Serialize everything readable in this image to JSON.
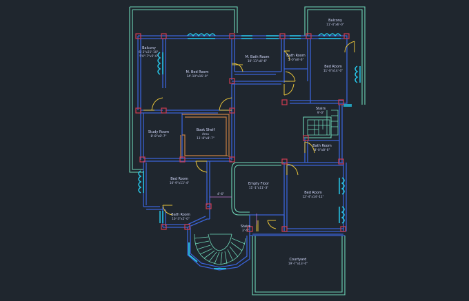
{
  "rooms": [
    {
      "id": "balcony-top",
      "name": "Balcony",
      "dim": "11'-4\"x6'-0\""
    },
    {
      "id": "balcony-left",
      "name": "Balcony",
      "dim": "6'-3\"x21'-10\",",
      "dim2": "5'0\"-7\"x5'-0\""
    },
    {
      "id": "m-bed",
      "name": "M. Bed Room",
      "dim": "14'-10\"x16'-0\""
    },
    {
      "id": "m-bath",
      "name": "M. Bath Room",
      "dim": "10'-11\"x8'-6\""
    },
    {
      "id": "bath-top",
      "name": "Bath Room",
      "dim": "5'-0\"x8'-6\""
    },
    {
      "id": "bed-ne",
      "name": "Bed Room",
      "dim": "11'-0\"x14'-0\""
    },
    {
      "id": "stairs-right",
      "name": "Stairs",
      "dim": "9'-0\""
    },
    {
      "id": "study",
      "name": "Study Room",
      "dim": "8'-8\"x8'-7\""
    },
    {
      "id": "book-shelf",
      "name": "Book Shelf",
      "dim": "Area",
      "dim2": "11'-8\"x8'-7\""
    },
    {
      "id": "bath-right",
      "name": "Bath Room",
      "dim": "8'-0\"x8'-6\""
    },
    {
      "id": "bed-w",
      "name": "Bed Room",
      "dim": "10'-9\"x11'-4\""
    },
    {
      "id": "empty-floor",
      "name": "Empty Floor",
      "dim": "11'-1\"x11'-3\""
    },
    {
      "id": "bed-e",
      "name": "Bed Room",
      "dim": "12'-4\"x14'-11\""
    },
    {
      "id": "bath-sw",
      "name": "Bath Room",
      "dim": "10'-3\"x5'-0\""
    },
    {
      "id": "stairs-bottom",
      "name": "Stairs",
      "dim": "3'-6\""
    },
    {
      "id": "courtyard",
      "name": "Courtyard",
      "dim": "19'-7\"x13'-0\""
    }
  ],
  "annotations": {
    "gap_dim": "4'-6\""
  },
  "colors": {
    "background": "#1f262e",
    "wall_outer": "#6fd7b8",
    "wall_inner": "#3a63d8",
    "column": "#d03c52",
    "door": "#e6c23a",
    "window": "#27c6e8",
    "wood": "#c87f44",
    "text": "#d6dcff"
  }
}
